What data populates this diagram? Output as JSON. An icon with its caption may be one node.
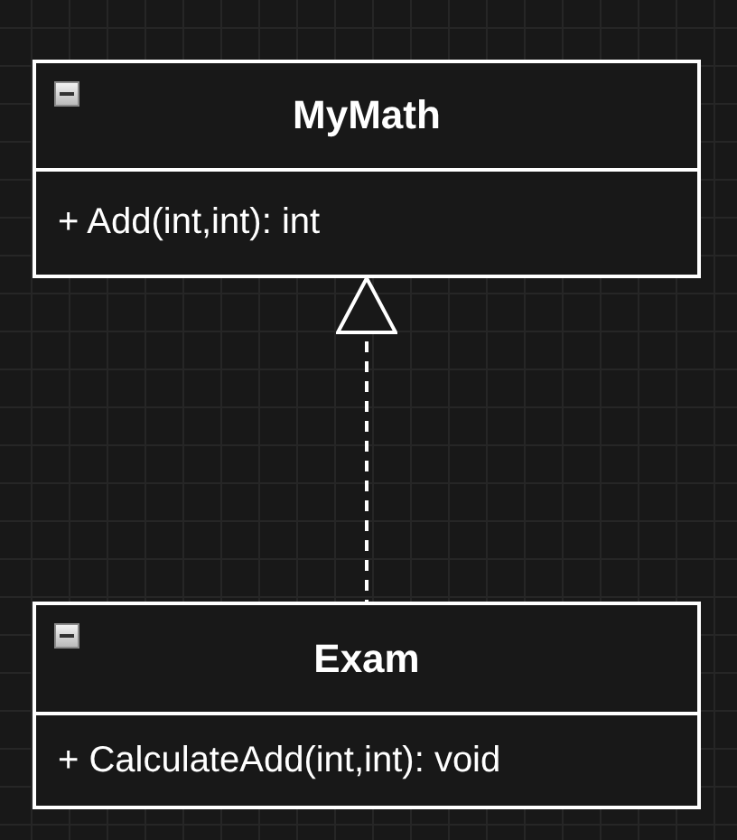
{
  "diagram": {
    "nodes": [
      {
        "text": [
          "MyMath",
          "+ Add(int,int): int"
        ]
      },
      {
        "text": [
          "Exam",
          "+ CalculateAdd(int,int): void"
        ]
      }
    ],
    "edges": [
      {
        "from": 1,
        "to": 0,
        "arrow": "to",
        "style": "dashed"
      }
    ]
  }
}
